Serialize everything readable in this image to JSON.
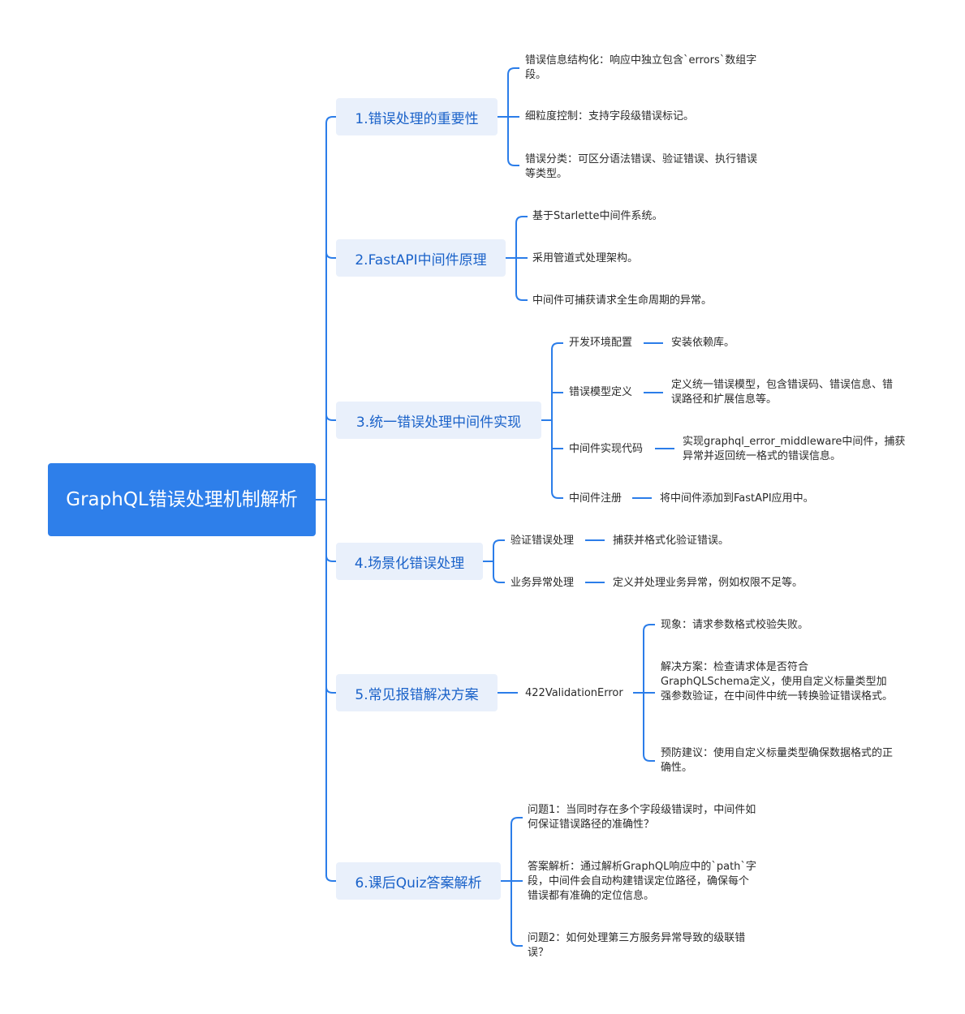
{
  "root": {
    "title": "GraphQL错误处理机制解析"
  },
  "topics": [
    {
      "label": "1.错误处理的重要性",
      "children": [
        "错误信息结构化：响应中独立包含`errors`数组字段。",
        "细粒度控制：支持字段级错误标记。",
        "错误分类：可区分语法错误、验证错误、执行错误等类型。"
      ]
    },
    {
      "label": "2.FastAPI中间件原理",
      "children": [
        "基于Starlette中间件系统。",
        "采用管道式处理架构。",
        "中间件可捕获请求全生命周期的异常。"
      ]
    },
    {
      "label": "3.统一错误处理中间件实现",
      "children": [
        {
          "label": "开发环境配置",
          "detail": "安装依赖库。"
        },
        {
          "label": "错误模型定义",
          "detail": "定义统一错误模型，包含错误码、错误信息、错误路径和扩展信息等。"
        },
        {
          "label": "中间件实现代码",
          "detail": "实现graphql_error_middleware中间件，捕获异常并返回统一格式的错误信息。"
        },
        {
          "label": "中间件注册",
          "detail": "将中间件添加到FastAPI应用中。"
        }
      ]
    },
    {
      "label": "4.场景化错误处理",
      "children": [
        {
          "label": "验证错误处理",
          "detail": "捕获并格式化验证错误。"
        },
        {
          "label": "业务异常处理",
          "detail": "定义并处理业务异常，例如权限不足等。"
        }
      ]
    },
    {
      "label": "5.常见报错解决方案",
      "error": {
        "label": "422ValidationError",
        "children": [
          "现象：请求参数格式校验失败。",
          "解决方案：检查请求体是否符合GraphQLSchema定义，使用自定义标量类型加强参数验证，在中间件中统一转换验证错误格式。",
          "预防建议：使用自定义标量类型确保数据格式的正确性。"
        ]
      }
    },
    {
      "label": "6.课后Quiz答案解析",
      "children": [
        "问题1：当同时存在多个字段级错误时，中间件如何保证错误路径的准确性？",
        "答案解析：通过解析GraphQL响应中的`path`字段，中间件会自动构建错误定位路径，确保每个错误都有准确的定位信息。",
        "问题2：如何处理第三方服务异常导致的级联错误？"
      ]
    }
  ],
  "colors": {
    "accent": "#2e7fea",
    "topic_bg": "#e9f0fb",
    "topic_text": "#1a62c9",
    "line": "#2b7de9"
  }
}
